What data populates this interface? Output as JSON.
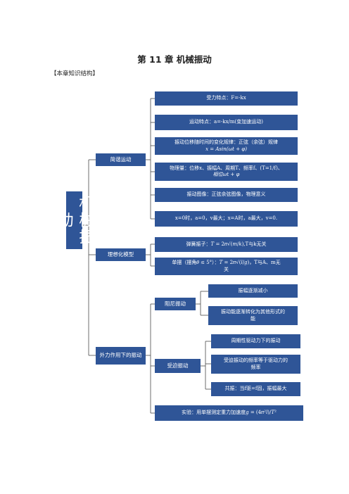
{
  "title": "第 11 章  机械振动",
  "section": "【本章知识结构】",
  "root": "机械振动",
  "branches": {
    "simple_harmonic": {
      "label": "简谐运动",
      "items": [
        "受力特点：F=-kx",
        "运动特点：a=-kx/m(变加速运动)",
        "振动位移随时间的变化规律：正弦（余弦）规律",
        "𝑥 = 𝐴sin(𝜔𝑡 + 𝜑)",
        "物理量：位移x、振幅A、周期T、频率f、(T=1/f)、",
        "相位𝜔𝑡 + 𝜑",
        "振动图像：正弦余弦图像，物理意义",
        "x=0时，a=0，v最大；x=A时，a最大，v=0."
      ]
    },
    "ideal_model": {
      "label": "理想化模型",
      "spring": "弹簧振子：𝑇 = 2𝜋√(𝑚/𝑘),T与k无关",
      "pendulum_line1": "单摆（摆角𝜃 ≤ 5°）：𝑇 = 2𝜋√(𝑙/𝑔)，T与A、m无",
      "pendulum_line2": "关"
    },
    "external_force": {
      "label": "外力作用下的振动",
      "damped": {
        "label": "阻尼振动",
        "items": [
          "振幅逐渐减小",
          "振动能逐渐转化为其他形式的",
          "能"
        ]
      },
      "forced": {
        "label": "受迫振动",
        "items": [
          "周期性驱动力下的振动",
          "受迫振动的频率等于驱动力的",
          "频率",
          "共振：当f驱=f固，振幅最大"
        ]
      },
      "experiment": "实验：用单摆测定重力加速度𝑔 = (4𝜋²𝑙)/𝑇²"
    }
  },
  "colors": {
    "box": "#2f5597",
    "line": "#4a4a4a"
  }
}
